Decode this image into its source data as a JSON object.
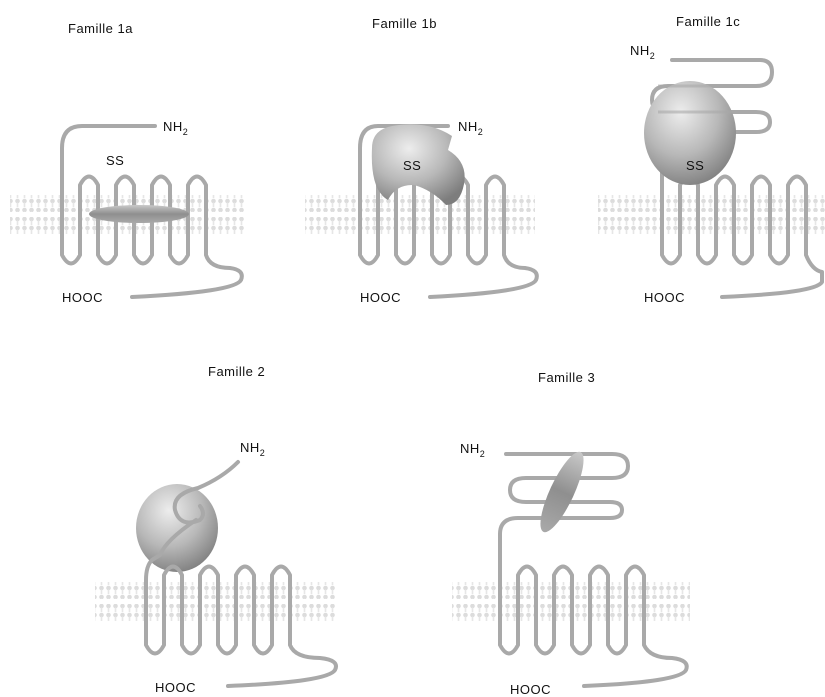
{
  "families": [
    {
      "title": "Famille 1a",
      "n_term": "NH",
      "n_sub": "2",
      "c_term": "HOOC",
      "bridge": "SS"
    },
    {
      "title": "Famille 1b",
      "n_term": "NH",
      "n_sub": "2",
      "c_term": "HOOC",
      "bridge": "SS"
    },
    {
      "title": "Famille 1c",
      "n_term": "NH",
      "n_sub": "2",
      "c_term": "HOOC",
      "bridge": "SS"
    },
    {
      "title": "Famille 2",
      "n_term": "NH",
      "n_sub": "2",
      "c_term": "HOOC"
    },
    {
      "title": "Famille 3",
      "n_term": "NH",
      "n_sub": "2",
      "c_term": "HOOC"
    }
  ],
  "colors": {
    "chain": "#a9a9a9",
    "membrane": "#dcdcdc",
    "domain_light": "#e8e8e8",
    "domain_dark": "#8c8c8c",
    "text": "#111111"
  }
}
